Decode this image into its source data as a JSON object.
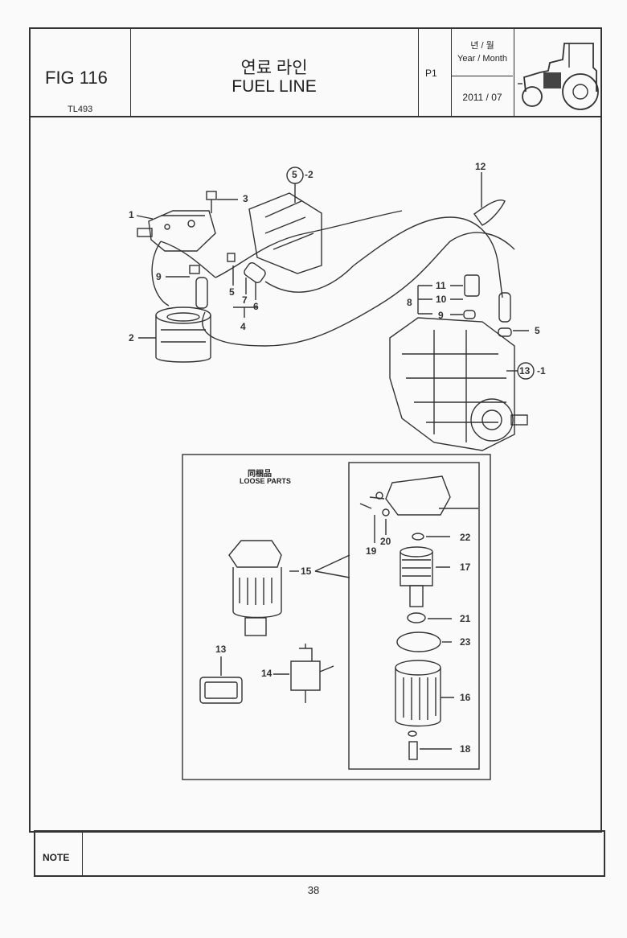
{
  "header": {
    "fig": "FIG 116",
    "model": "TL493",
    "title_kr": "연료 라인",
    "title_en": "FUEL LINE",
    "page_code": "P1",
    "ym_kr": "년 / 월",
    "ym_en": "Year / Month",
    "date": "2011  / 07"
  },
  "diagram": {
    "labels": {
      "l1": "1",
      "l2": "2",
      "l3": "3",
      "l4": "4",
      "l5a": "5",
      "l5b": "5",
      "l5c": "5",
      "l5c_suffix": "-2",
      "l6": "6",
      "l7": "7",
      "l8": "8",
      "l9a": "9",
      "l9b": "9",
      "l10": "10",
      "l11": "11",
      "l12": "12",
      "l13": "13",
      "l13_suffix": "-1"
    },
    "loose": {
      "title_kr": "同梱品",
      "title_en": "LOOSE PARTS",
      "l13": "13",
      "l14": "14",
      "l15": "15",
      "l16": "16",
      "l17": "17",
      "l18": "18",
      "l19": "19",
      "l20": "20",
      "l21": "21",
      "l22": "22",
      "l23": "23"
    }
  },
  "note": {
    "label": "NOTE"
  },
  "footer": {
    "page_number": "38"
  }
}
